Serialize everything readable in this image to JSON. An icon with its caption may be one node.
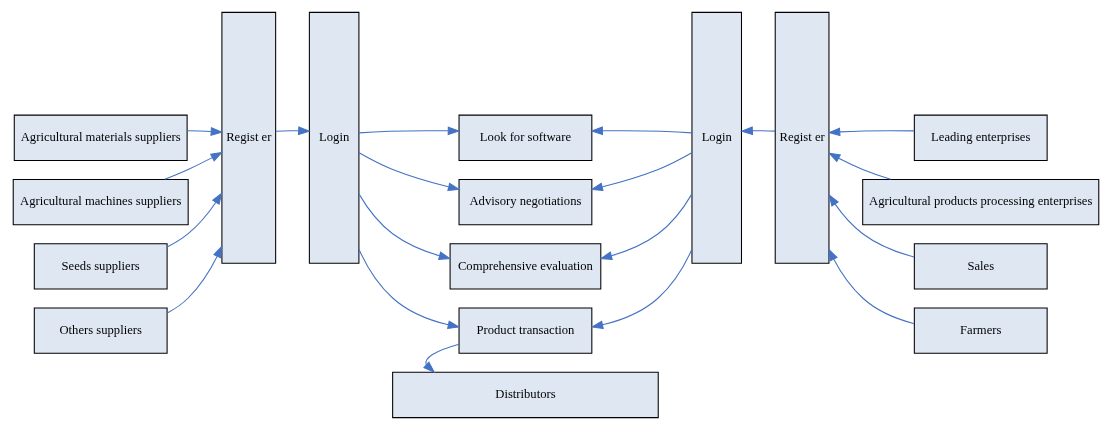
{
  "diagram": {
    "nodes": [
      {
        "text": [
          "Agricultural materials suppliers"
        ]
      },
      {
        "text": [
          "Agricultural machines suppliers"
        ]
      },
      {
        "text": [
          "Seeds suppliers"
        ]
      },
      {
        "text": [
          "Others suppliers"
        ]
      },
      {
        "text": [
          "Regist er"
        ]
      },
      {
        "text": [
          "Login"
        ]
      },
      {
        "text": [
          "Look for software"
        ]
      },
      {
        "text": [
          "Advisory negotiations"
        ]
      },
      {
        "text": [
          "Comprehensive evaluation"
        ]
      },
      {
        "text": [
          "Product transaction"
        ]
      },
      {
        "text": [
          "Login"
        ]
      },
      {
        "text": [
          "Regist er"
        ]
      },
      {
        "text": [
          "Leading enterprises"
        ]
      },
      {
        "text": [
          "Agricultural products processing enterprises"
        ]
      },
      {
        "text": [
          "Sales"
        ]
      },
      {
        "text": [
          "Farmers"
        ]
      },
      {
        "text": [
          "Distributors"
        ]
      }
    ],
    "edges": [
      {
        "from": 0,
        "to": 4,
        "arrow": "to"
      },
      {
        "from": 1,
        "to": 4,
        "arrow": "to"
      },
      {
        "from": 2,
        "to": 4,
        "arrow": "to"
      },
      {
        "from": 3,
        "to": 4,
        "arrow": "to"
      },
      {
        "from": 4,
        "to": 5,
        "arrow": "to"
      },
      {
        "from": 5,
        "to": 6,
        "arrow": "to"
      },
      {
        "from": 5,
        "to": 7,
        "arrow": "to"
      },
      {
        "from": 5,
        "to": 8,
        "arrow": "to"
      },
      {
        "from": 5,
        "to": 9,
        "arrow": "to"
      },
      {
        "from": 10,
        "to": 6,
        "arrow": "to"
      },
      {
        "from": 10,
        "to": 7,
        "arrow": "to"
      },
      {
        "from": 10,
        "to": 8,
        "arrow": "to"
      },
      {
        "from": 10,
        "to": 9,
        "arrow": "to"
      },
      {
        "from": 11,
        "to": 10,
        "arrow": "to"
      },
      {
        "from": 12,
        "to": 11,
        "arrow": "to"
      },
      {
        "from": 13,
        "to": 11,
        "arrow": "to"
      },
      {
        "from": 14,
        "to": 11,
        "arrow": "to"
      },
      {
        "from": 15,
        "to": 11,
        "arrow": "to"
      },
      {
        "from": 9,
        "to": 16,
        "arrow": "to"
      }
    ]
  }
}
